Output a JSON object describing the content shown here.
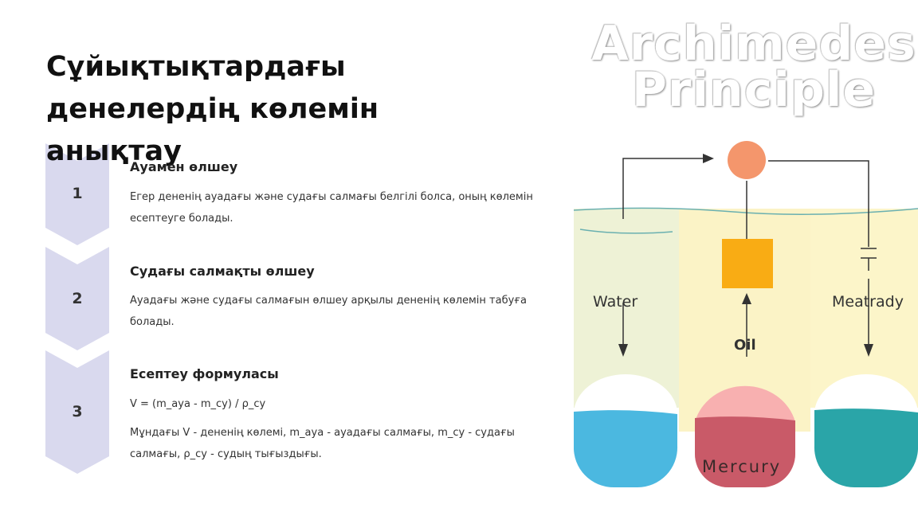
{
  "title": "Сұйықтықтардағы денелердің көлемін анықтау",
  "watermark": {
    "line1": "Archimedes",
    "line2": "Principle"
  },
  "steps": [
    {
      "number": "1",
      "title": "Ауамен өлшеу",
      "text": "Егер дененің ауадағы және судағы салмағы белгілі болса, оның көлемін есептеуге болады."
    },
    {
      "number": "2",
      "title": "Судағы салмақты өлшеу",
      "text": "Ауадағы және судағы салмағын өлшеу арқылы дененің көлемін табуға болады."
    },
    {
      "number": "3",
      "title": "Есептеу формуласы",
      "formula": "V = (m_ауа - m_су) / ρ_су",
      "text": "Мұндағы V - дененің көлемі, m_ауа - ауадағы салмағы, m_су - судағы салмағы, ρ_су - судың тығыздығы."
    }
  ],
  "diagram": {
    "labels": {
      "left": "Water",
      "center": "Oil",
      "right": "Meatrady",
      "bottom": "Mercury"
    },
    "colors": {
      "water": "#4bb8e0",
      "mercury": "#c95a68",
      "teal": "#2aa5a8",
      "circle": "#f4966c",
      "square": "#f9ac14"
    }
  }
}
